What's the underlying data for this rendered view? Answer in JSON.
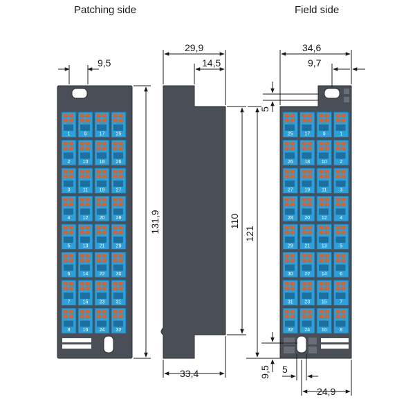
{
  "titles": {
    "patching": "Patching side",
    "field": "Field side"
  },
  "dimensions": {
    "patch_offset": "9,5",
    "patch_height": "131,9",
    "side_depth": "29,9",
    "side_step": "14,5",
    "side_body": "110",
    "side_total": "121",
    "side_bottom": "33,4",
    "field_width": "34,6",
    "field_offset": "9,7",
    "field_top_gap": "5",
    "field_bottom_offset": "9,5",
    "field_bottom_gap": "5",
    "field_bottom_width": "24,9"
  },
  "terminal_blocks": {
    "rows": 8,
    "columns": 4,
    "patching_numbers": [
      [
        "1",
        "9",
        "17",
        "25"
      ],
      [
        "2",
        "10",
        "18",
        "26"
      ],
      [
        "3",
        "11",
        "19",
        "27"
      ],
      [
        "4",
        "12",
        "20",
        "28"
      ],
      [
        "5",
        "13",
        "21",
        "29"
      ],
      [
        "6",
        "14",
        "22",
        "30"
      ],
      [
        "7",
        "15",
        "23",
        "31"
      ],
      [
        "8",
        "16",
        "24",
        "32"
      ]
    ],
    "field_numbers": [
      [
        "25",
        "17",
        "9",
        "1"
      ],
      [
        "26",
        "18",
        "10",
        "2"
      ],
      [
        "27",
        "19",
        "11",
        "3"
      ],
      [
        "28",
        "20",
        "12",
        "4"
      ],
      [
        "29",
        "21",
        "13",
        "5"
      ],
      [
        "30",
        "22",
        "14",
        "6"
      ],
      [
        "31",
        "23",
        "15",
        "7"
      ],
      [
        "32",
        "24",
        "16",
        "8"
      ]
    ]
  },
  "colors": {
    "housing": "#4a4f57",
    "housing_light": "#6a6f77",
    "terminal_blue": "#2d9fd9",
    "terminal_dark": "#1d6f9f",
    "spring_orange": "#d9622b",
    "dimension_line": "#1a1a1a"
  }
}
